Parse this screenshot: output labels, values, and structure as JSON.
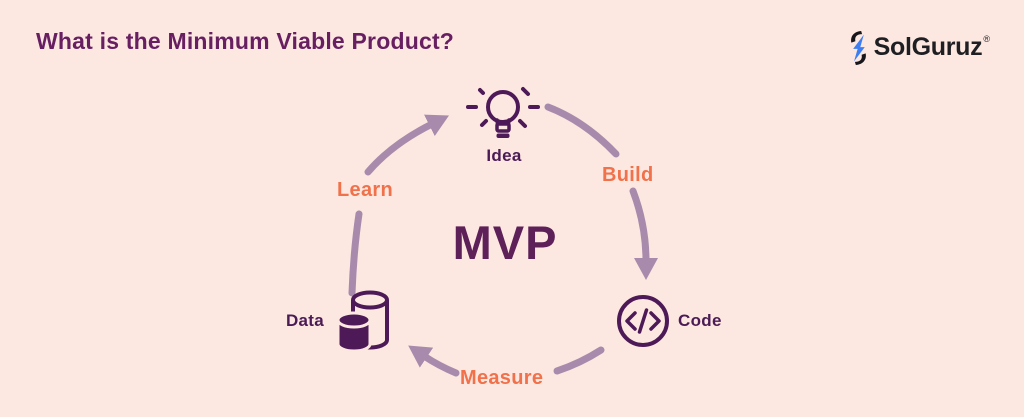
{
  "page": {
    "background_color": "#fce8e1"
  },
  "header": {
    "title": "What is the Minimum Viable Product?",
    "title_color": "#671f62"
  },
  "logo": {
    "name": "SolGuruz",
    "registered_mark": "®",
    "text_color": "#1f1f23",
    "icon_blue": "#3d7ff2",
    "icon_black": "#17171b"
  },
  "diagram": {
    "center_label": "MVP",
    "center_color": "#5e2058",
    "node_label_color": "#4a1b55",
    "step_label_color": "#f0714a",
    "arrow_color": "#a88bac",
    "icon_color": "#4d1a57",
    "nodes": [
      {
        "id": "idea",
        "label": "Idea",
        "icon": "lightbulb-icon"
      },
      {
        "id": "code",
        "label": "Code",
        "icon": "code-brackets-icon"
      },
      {
        "id": "data",
        "label": "Data",
        "icon": "database-icon"
      }
    ],
    "steps": [
      {
        "id": "build",
        "label": "Build"
      },
      {
        "id": "measure",
        "label": "Measure"
      },
      {
        "id": "learn",
        "label": "Learn"
      }
    ]
  }
}
